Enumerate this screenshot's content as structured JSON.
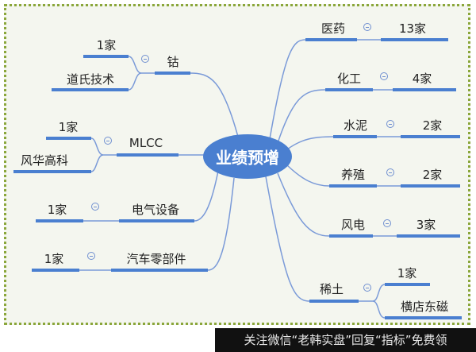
{
  "center": "业绩预增",
  "colors": {
    "accent": "#4a7fd0",
    "line": "#7a9ad8",
    "border": "#8aa63a",
    "background": "#f4f6ef"
  },
  "right_branches": [
    {
      "label": "医药",
      "children": [
        "13家"
      ]
    },
    {
      "label": "化工",
      "children": [
        "4家"
      ]
    },
    {
      "label": "水泥",
      "children": [
        "2家"
      ]
    },
    {
      "label": "养殖",
      "children": [
        "2家"
      ]
    },
    {
      "label": "风电",
      "children": [
        "3家"
      ]
    },
    {
      "label": "稀土",
      "children": [
        "1家",
        "横店东磁"
      ]
    }
  ],
  "left_branches": [
    {
      "label": "钴",
      "children": [
        "1家",
        "道氏技术"
      ]
    },
    {
      "label": "MLCC",
      "children": [
        "1家",
        "风华高科"
      ]
    },
    {
      "label": "电气设备",
      "children": [
        "1家"
      ]
    },
    {
      "label": "汽车零部件",
      "children": [
        "1家"
      ]
    }
  ],
  "collapse_icon": "minus-circle-icon",
  "watermark": "关注微信“老韩实盘”回复“指标”免费领"
}
